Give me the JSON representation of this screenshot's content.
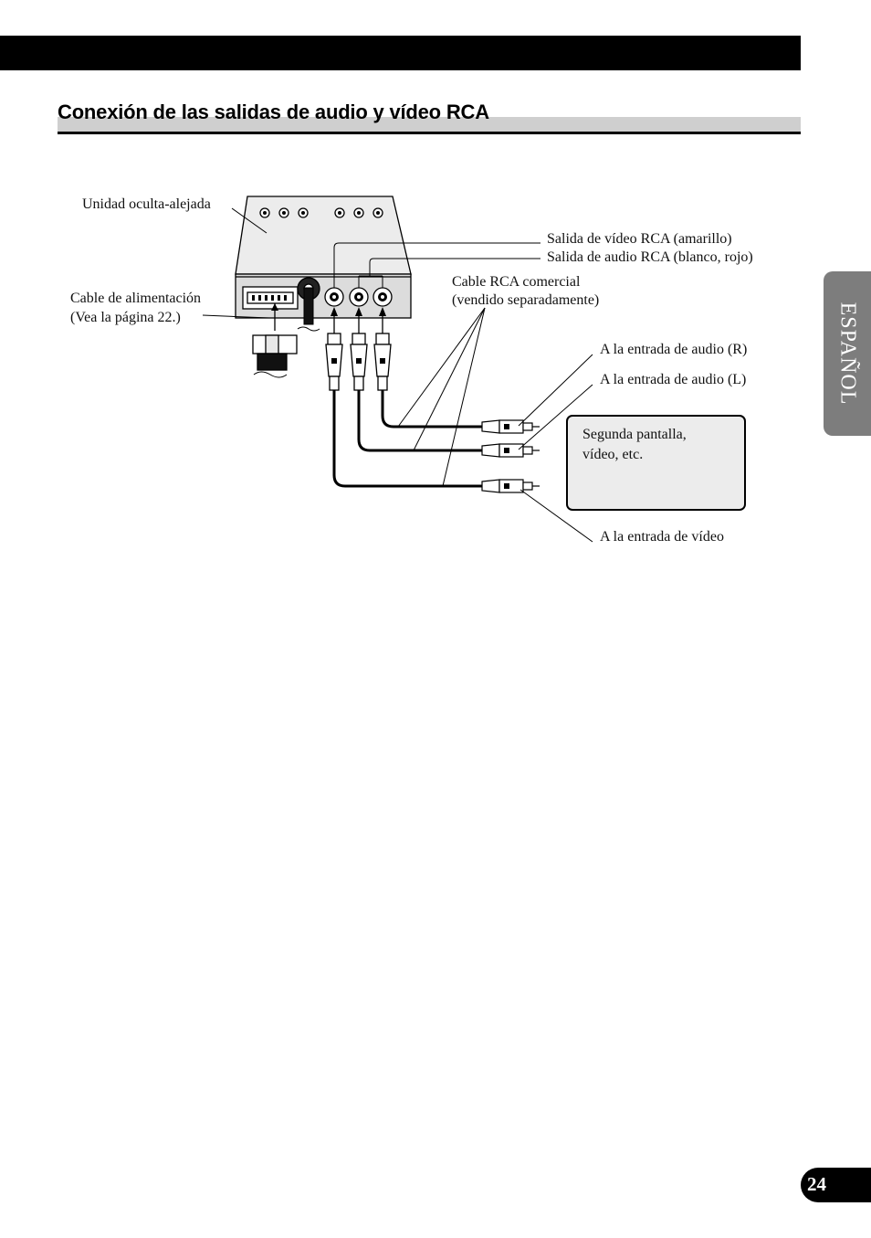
{
  "page": {
    "title": "Conexión de las salidas de audio y vídeo RCA",
    "language_tab": "ESPAÑOL",
    "page_number": "24"
  },
  "diagram": {
    "labels": {
      "hideaway_unit": "Unidad oculta-alejada",
      "power_cable_line1": "Cable de alimentación",
      "power_cable_line2": "(Vea la página 22.)",
      "video_out": "Salida de vídeo RCA (amarillo)",
      "audio_out": "Salida de audio RCA (blanco, rojo)",
      "rca_cable_line1": "Cable RCA comercial",
      "rca_cable_line2": "(vendido separadamente)",
      "audio_in_r": "A la entrada de audio (R)",
      "audio_in_l": "A la entrada de audio (L)",
      "display_line1": "Segunda pantalla,",
      "display_line2": "vídeo, etc.",
      "video_in": "A la entrada de vídeo"
    }
  }
}
